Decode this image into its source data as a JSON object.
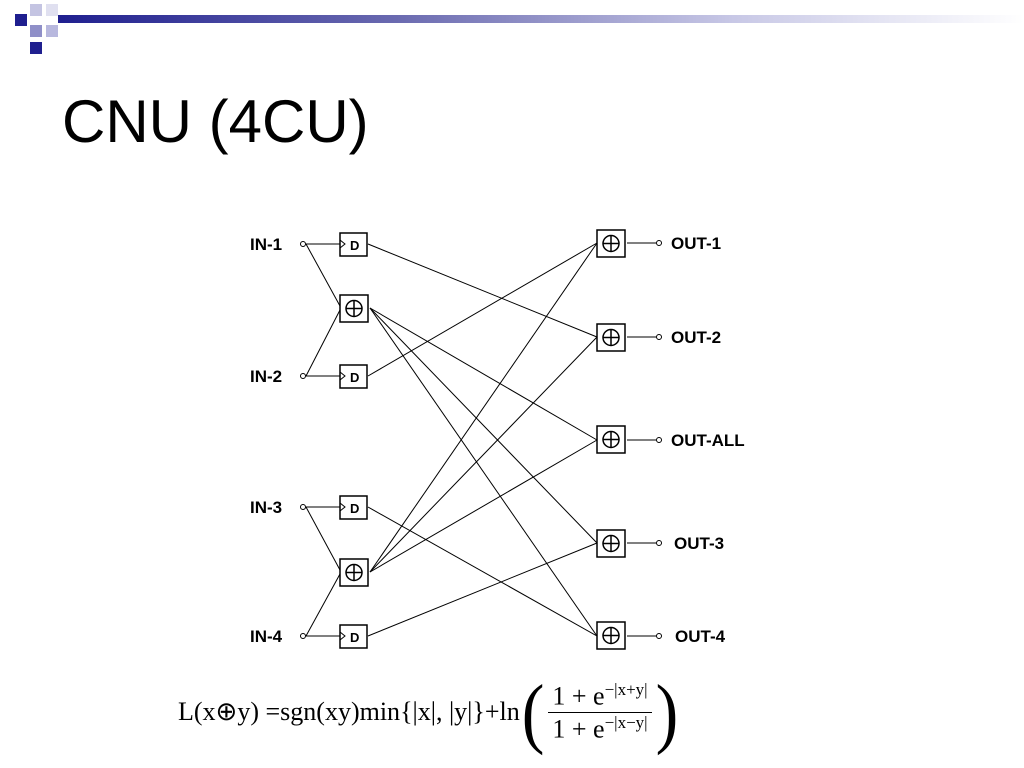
{
  "slide": {
    "title": "CNU (4CU)"
  },
  "diagram": {
    "inputs": [
      "IN-1",
      "IN-2",
      "IN-3",
      "IN-4"
    ],
    "outputs": [
      "OUT-1",
      "OUT-2",
      "OUT-ALL",
      "OUT-3",
      "OUT-4"
    ],
    "delay_label": "D",
    "xor_symbol": "⊕"
  },
  "formula": {
    "lhs": "L(x⊕y) = ",
    "sgn": "sgn",
    "xy": "(xy)",
    "min": " min ",
    "set": "{|x|, |y|}",
    "plus_ln": "+ln",
    "numerator_base": "1 + e",
    "numerator_exp": "−|x+y|",
    "denominator_base": "1 + e",
    "denominator_exp": "−|x−y|"
  },
  "colors": {
    "accent_dark": "#1f1f8f",
    "accent_light": "#8f8fc8"
  }
}
